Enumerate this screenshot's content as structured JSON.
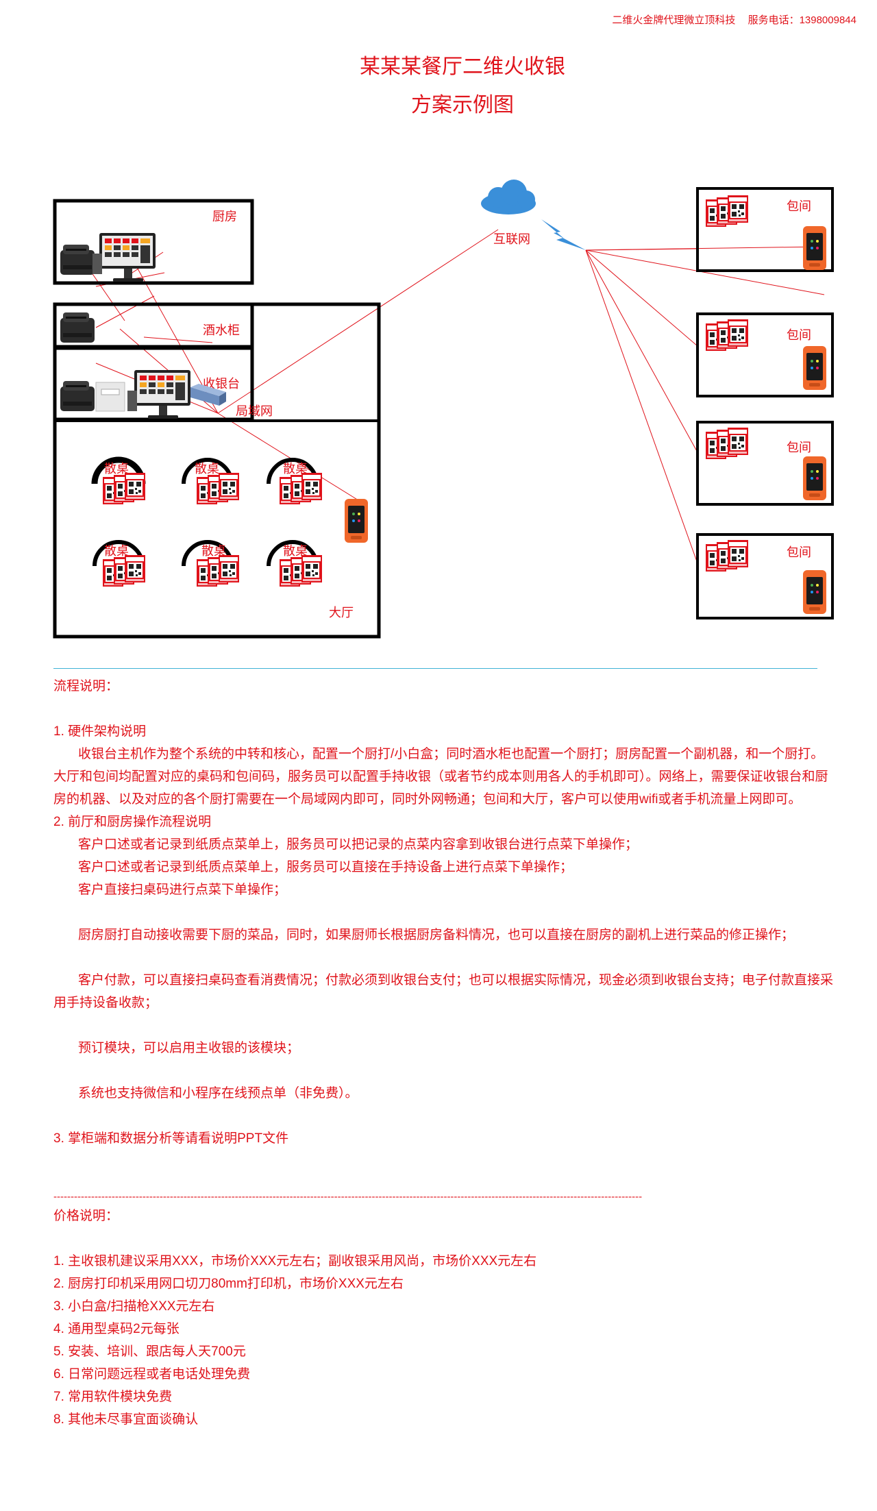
{
  "header": {
    "company": "二维火金牌代理微立顶科技",
    "service": "服务电话：1398009844"
  },
  "title": {
    "line1": "某某某餐厅二维火收银",
    "line2": "方案示例图"
  },
  "diagram": {
    "kitchen": "厨房",
    "bar": "酒水柜",
    "cashier": "收银台",
    "lan": "局域网",
    "internet": "互联网",
    "hall": "大厅",
    "table": "散桌",
    "private_room": "包间",
    "tables_top": [
      "散桌",
      "散桌",
      "散桌"
    ],
    "tables_bottom": [
      "散桌",
      "散桌",
      "散桌"
    ],
    "rooms": [
      "包间",
      "包间",
      "包间",
      "包间"
    ],
    "colors": {
      "accent": "#e0131b",
      "box": "#000000",
      "divider": "#3fb3d6",
      "device_orange": "#f0672a",
      "cloud": "#3a8fd9"
    }
  },
  "flow": {
    "heading": "流程说明：",
    "s1_title": "1. 硬件架构说明",
    "s1_p1": "收银台主机作为整个系统的中转和核心，配置一个厨打/小白盒；同时酒水柜也配置一个厨打；厨房配置一个副机器，和一个厨打。大厅和包间均配置对应的桌码和包间码，服务员可以配置手持收银（或者节约成本则用各人的手机即可）。网络上，需要保证收银台和厨房的机器、以及对应的各个厨打需要在一个局域网内即可，同时外网畅通；包间和大厅，客户可以使用wifi或者手机流量上网即可。",
    "s2_title": "2. 前厅和厨房操作流程说明",
    "s2_l1": "客户口述或者记录到纸质点菜单上，服务员可以把记录的点菜内容拿到收银台进行点菜下单操作；",
    "s2_l2": "客户口述或者记录到纸质点菜单上，服务员可以直接在手持设备上进行点菜下单操作；",
    "s2_l3": "客户直接扫桌码进行点菜下单操作；",
    "s2_p2": "厨房厨打自动接收需要下厨的菜品，同时，如果厨师长根据厨房备料情况，也可以直接在厨房的副机上进行菜品的修正操作；",
    "s2_p3": "客户付款，可以直接扫桌码查看消费情况；付款必须到收银台支付；也可以根据实际情况，现金必须到收银台支持；电子付款直接采用手持设备收款；",
    "s2_p4": "预订模块，可以启用主收银的该模块；",
    "s2_p5": "系统也支持微信和小程序在线预点单（非免费）。",
    "s3_title": "3. 掌柜端和数据分析等请看说明PPT文件"
  },
  "divider_dashes": "----------------------------------------------------------------------------------------------------------------------------------------------------------------------------",
  "price": {
    "heading": "价格说明：",
    "items": [
      "1. 主收银机建议采用XXX，市场价XXX元左右；副收银采用风尚，市场价XXX元左右",
      "2. 厨房打印机采用网口切刀80mm打印机，市场价XXX元左右",
      "3. 小白盒/扫描枪XXX元左右",
      "4. 通用型桌码2元每张",
      "5. 安装、培训、跟店每人天700元",
      "6. 日常问题远程或者电话处理免费",
      "7. 常用软件模块免费",
      "8. 其他未尽事宜面谈确认"
    ]
  }
}
